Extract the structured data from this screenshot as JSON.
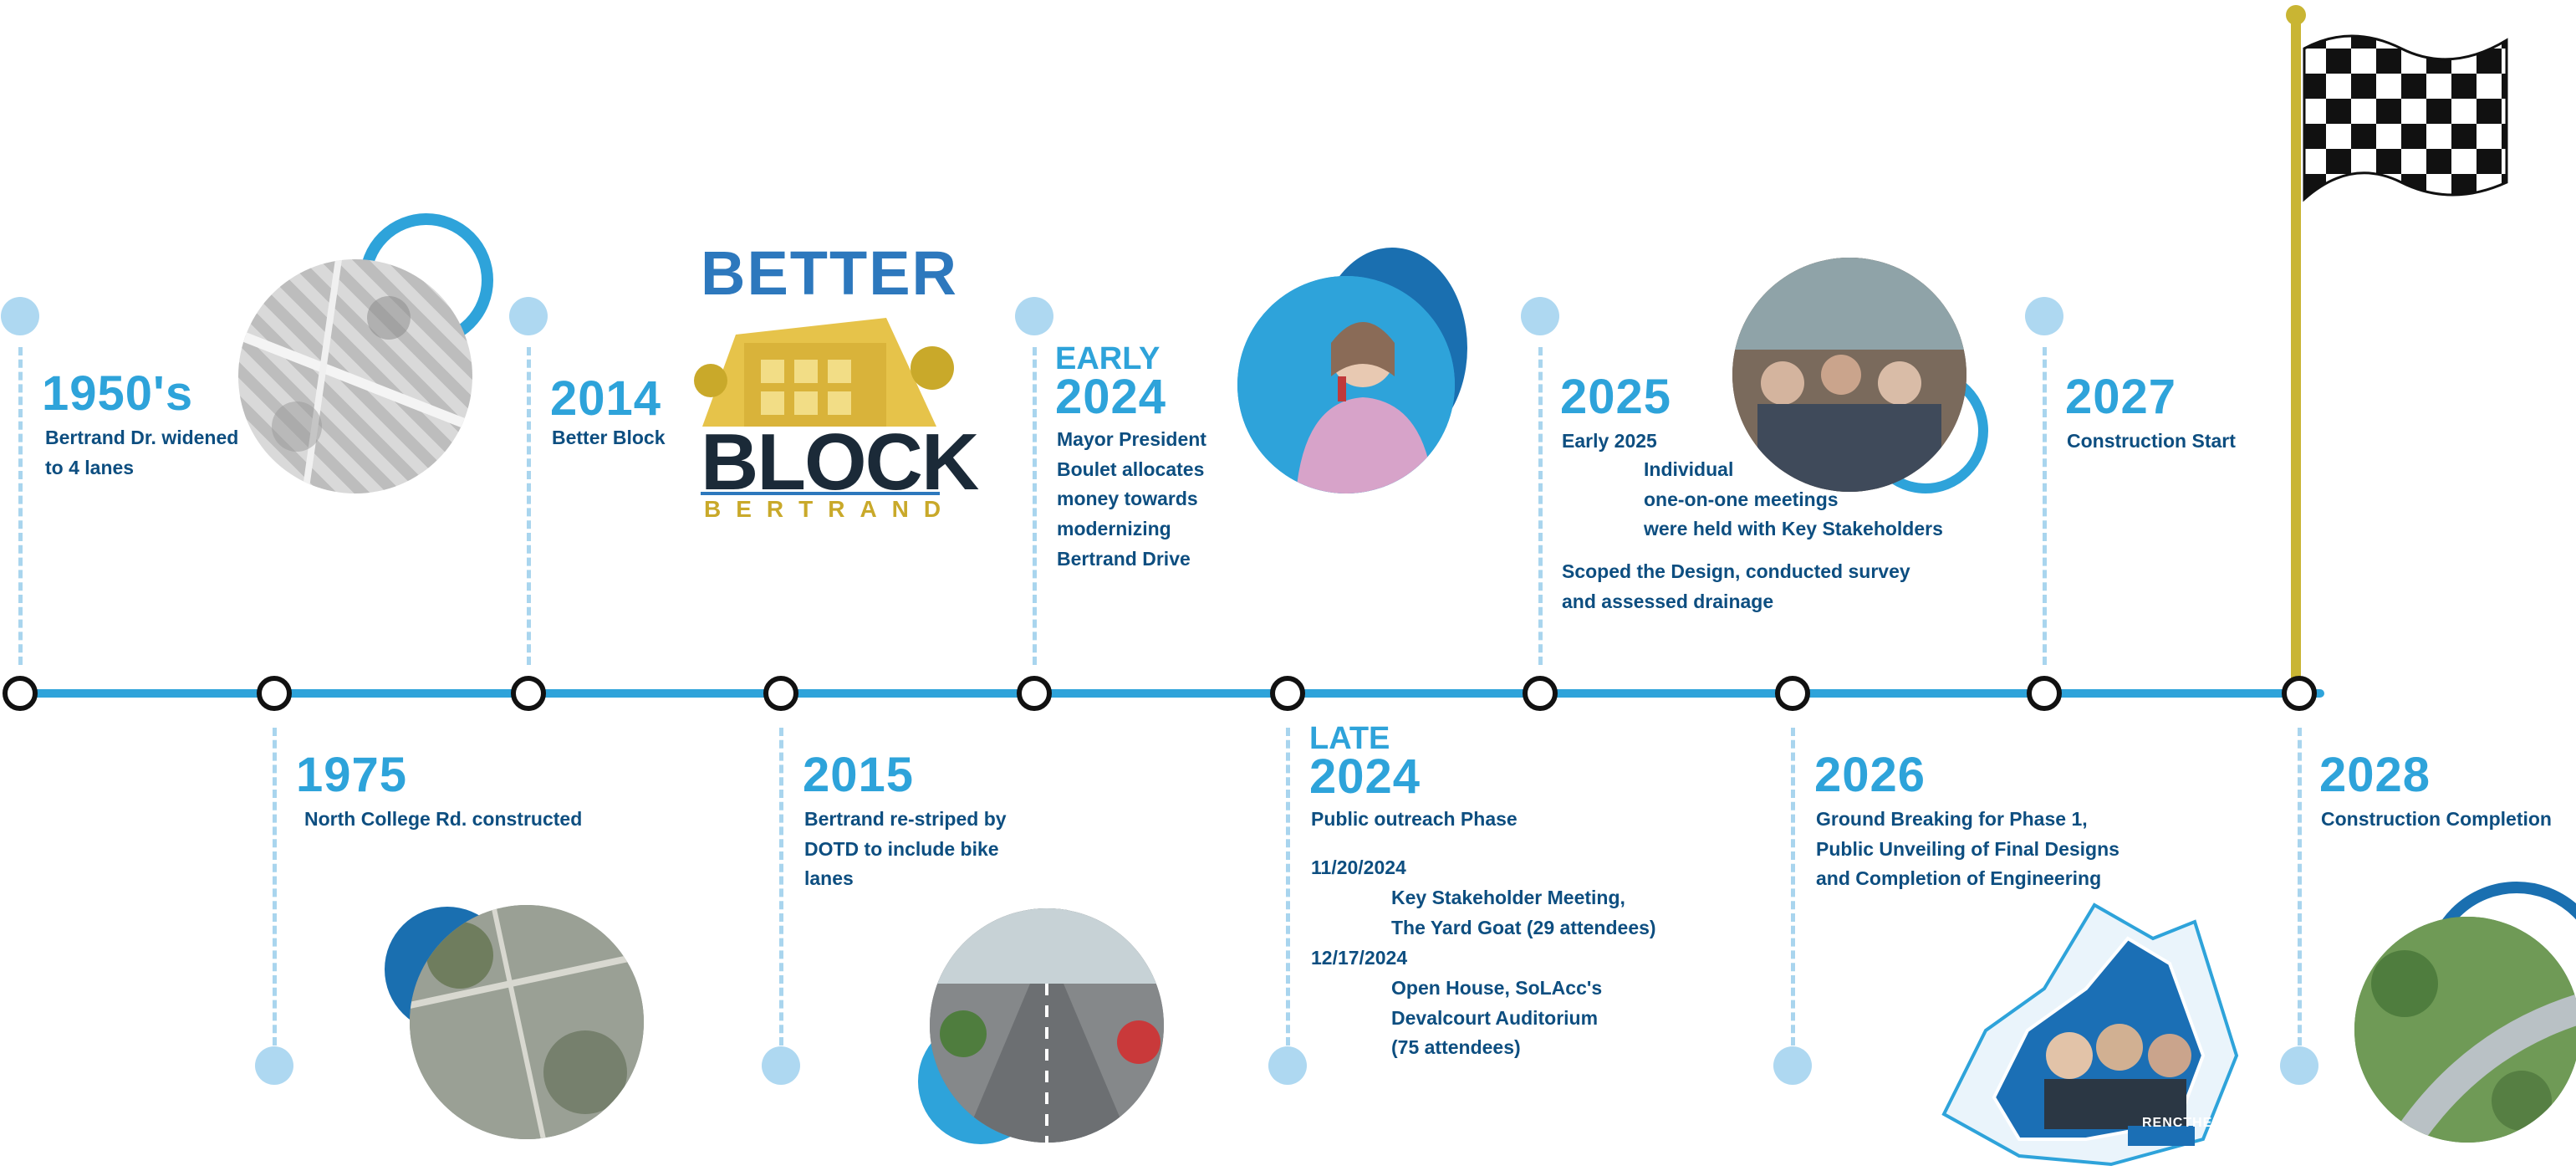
{
  "milestones": {
    "m1950": {
      "year": "1950's",
      "lines": [
        "Bertrand Dr. widened",
        "to 4 lanes"
      ]
    },
    "m1975": {
      "year": "1975",
      "lines": [
        "North College Rd. constructed"
      ]
    },
    "m2014": {
      "year": "2014",
      "lines": [
        "Better Block"
      ]
    },
    "m2015": {
      "year": "2015",
      "lines": [
        "Bertrand re-striped by",
        "DOTD to include bike",
        "lanes"
      ]
    },
    "mEarly2024": {
      "prefix": "EARLY",
      "year": "2024",
      "lines": [
        "Mayor President",
        "Boulet allocates",
        "money towards",
        "modernizing",
        "Bertrand Drive"
      ]
    },
    "mLate2024": {
      "prefix": "LATE",
      "year": "2024",
      "lines": [
        "Public outreach Phase"
      ],
      "event1_date": "11/20/2024",
      "event1_lines": [
        "Key Stakeholder Meeting,",
        "The Yard Goat (29 attendees)"
      ],
      "event2_date": "12/17/2024",
      "event2_lines": [
        "Open House, SoLAcc's",
        "Devalcourt Auditorium",
        "(75 attendees)"
      ]
    },
    "m2025": {
      "year": "2025",
      "sub": "Early 2025",
      "sub_lines": [
        "Individual",
        "one-on-one meetings",
        "were held with Key Stakeholders"
      ],
      "lines": [
        "Scoped the Design, conducted survey",
        "and assessed drainage"
      ]
    },
    "m2026": {
      "year": "2026",
      "lines": [
        "Ground Breaking for Phase 1,",
        "Public Unveiling of Final Designs",
        "and Completion of Engineering"
      ]
    },
    "m2027": {
      "year": "2027",
      "lines": [
        "Construction Start"
      ]
    },
    "m2028": {
      "year": "2028",
      "lines": [
        "Construction Completion"
      ]
    }
  },
  "logo": {
    "top": "BETTER",
    "middle": "BLOCK",
    "bottom": "BERTRAND"
  },
  "map_badge": "RENCTHEN",
  "colors": {
    "accent": "#2ea3da",
    "navy": "#0d4e80",
    "light_dot": "#aed8f1",
    "flag_pole": "#c9b533",
    "timeline_node": "#111111"
  },
  "icons": [
    "checkered-flag-icon"
  ]
}
